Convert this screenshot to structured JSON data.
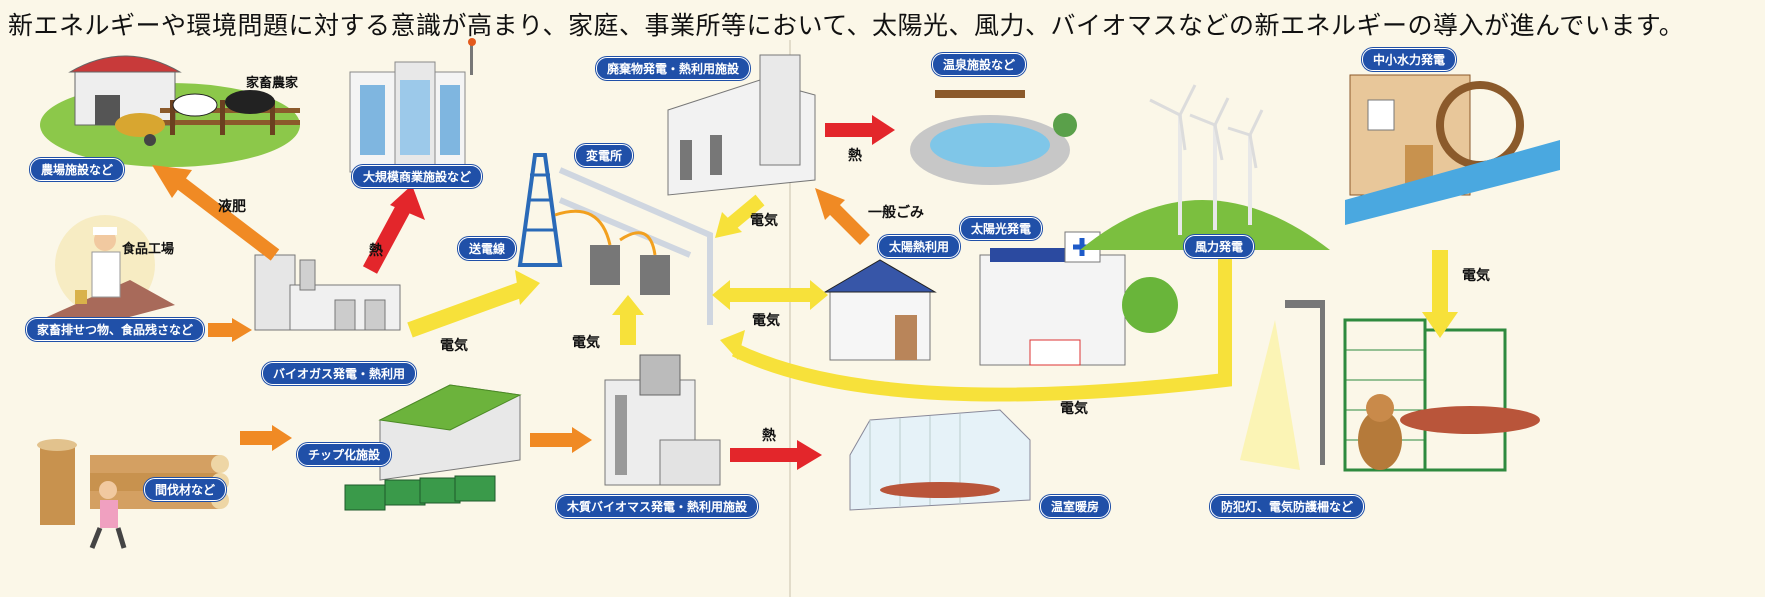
{
  "headline": "新エネルギーや環境問題に対する意識が高まり、家庭、事業所等において、太陽光、風力、バイオマスなどの新エネルギーの導入が進んでいます。",
  "facilities": {
    "farm": "農場施設など",
    "livestock_farm": "家畜農家",
    "food_factory": "食品工場",
    "waste_food": "家畜排せつ物、食品残さなど",
    "biogas": "バイオガス発電・熱利用",
    "commercial": "大規模商業施設など",
    "waste_power": "廃棄物発電・熱利用施設",
    "substation": "変電所",
    "transmission": "送電線",
    "hot_spring": "温泉施設など",
    "solar_heat": "太陽熱利用",
    "solar_power": "太陽光発電",
    "wind": "風力発電",
    "hydro": "中小水力発電",
    "thinning": "間伐材など",
    "chip": "チップ化施設",
    "wood_biomass": "木質バイオマス発電・熱利用施設",
    "greenhouse": "温室暖房",
    "security": "防犯灯、電気防護柵など"
  },
  "flow_labels": {
    "liquid_fertilizer": "液肥",
    "heat_commercial": "熱",
    "electricity_biogas": "電気",
    "electricity_wood": "電気",
    "electricity_waste": "電気",
    "electricity_house": "電気",
    "heat_hot_spring": "熱",
    "general_waste": "一般ごみ",
    "heat_greenhouse": "熱",
    "electricity_wind": "電気",
    "electricity_hydro": "電気"
  },
  "colors": {
    "arrow_orange": "#f08a24",
    "arrow_red": "#e3262b",
    "arrow_yellow": "#f7e13a",
    "tag_blue": "#2050a8",
    "hill_green": "#7bbf3f"
  }
}
